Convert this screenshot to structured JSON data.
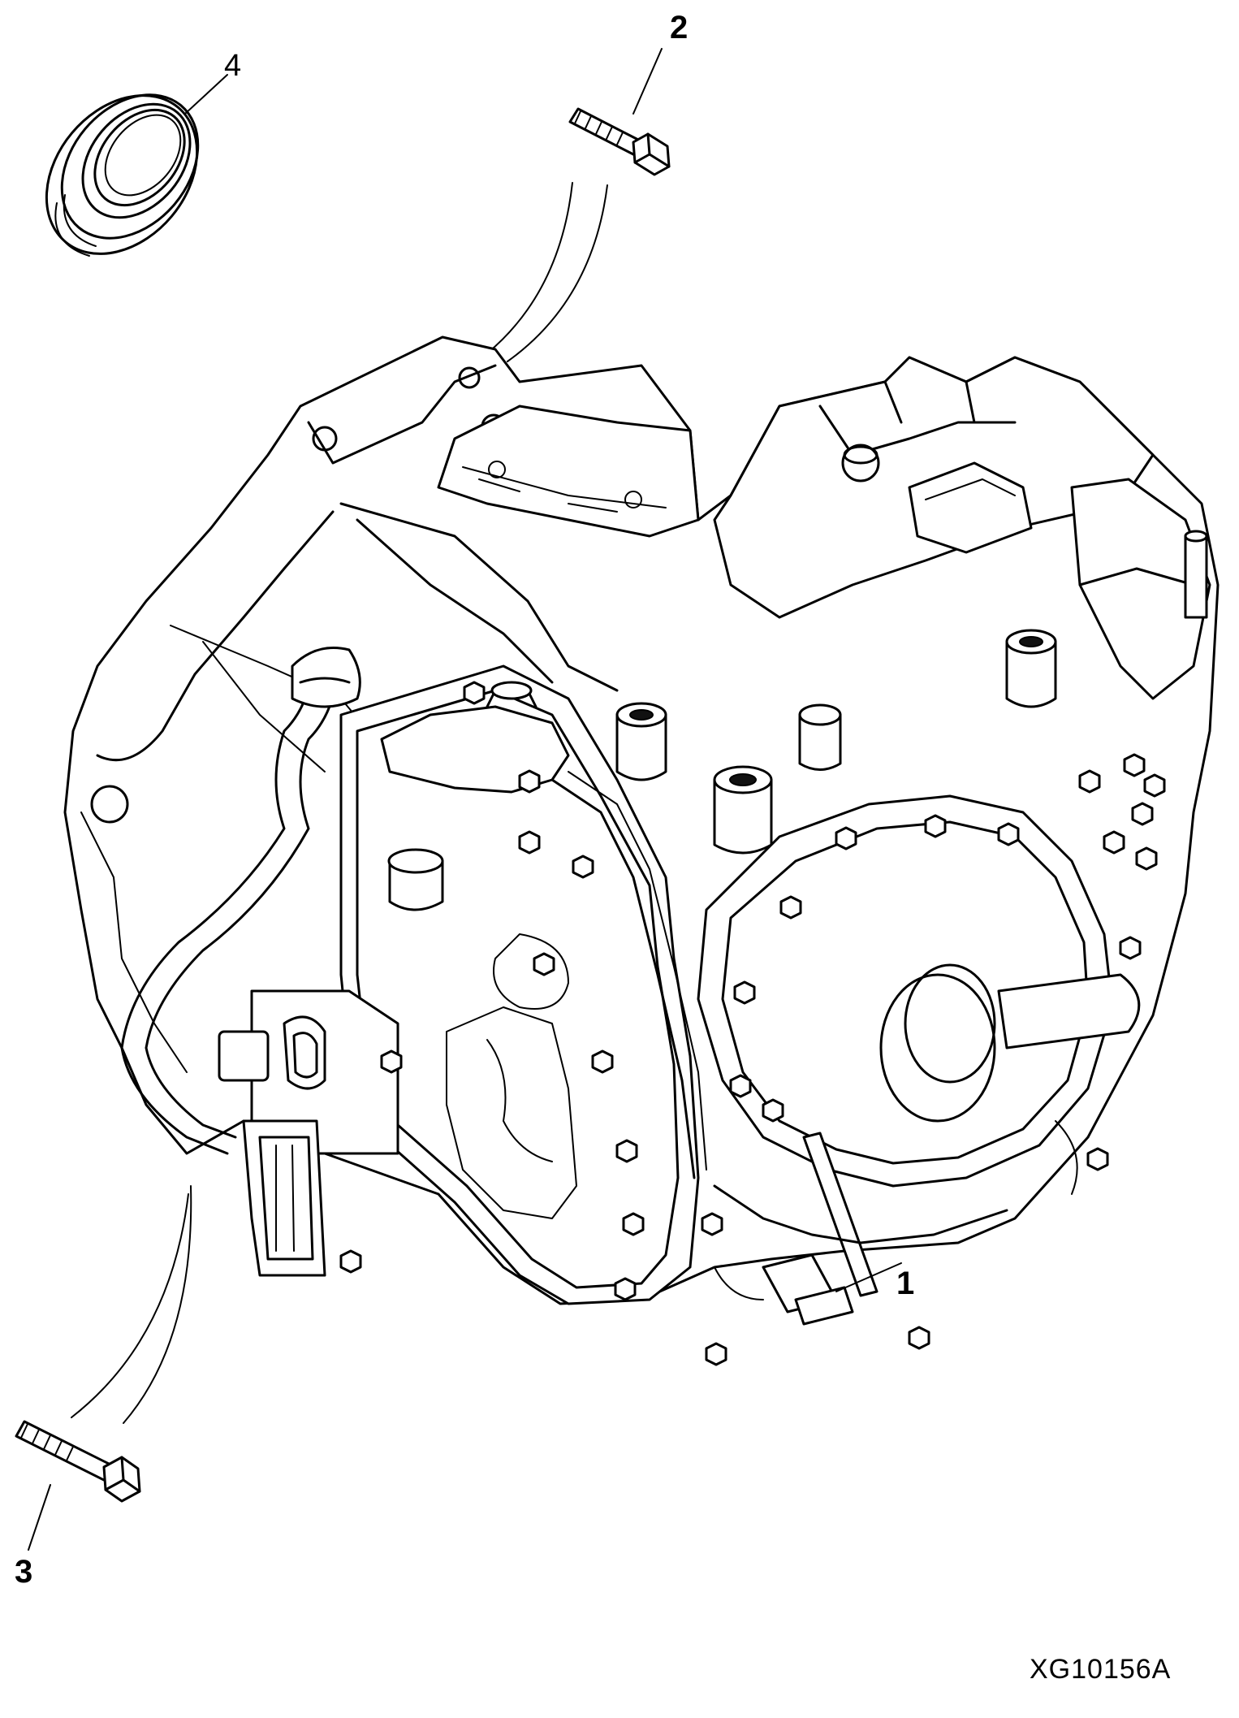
{
  "callouts": {
    "transmission": "1",
    "upper_bolt": "2",
    "lower_bolt": "3",
    "oil_seal": "4"
  },
  "figure_code": "XG10156A",
  "colors": {
    "line": "#000000",
    "background": "#ffffff"
  }
}
